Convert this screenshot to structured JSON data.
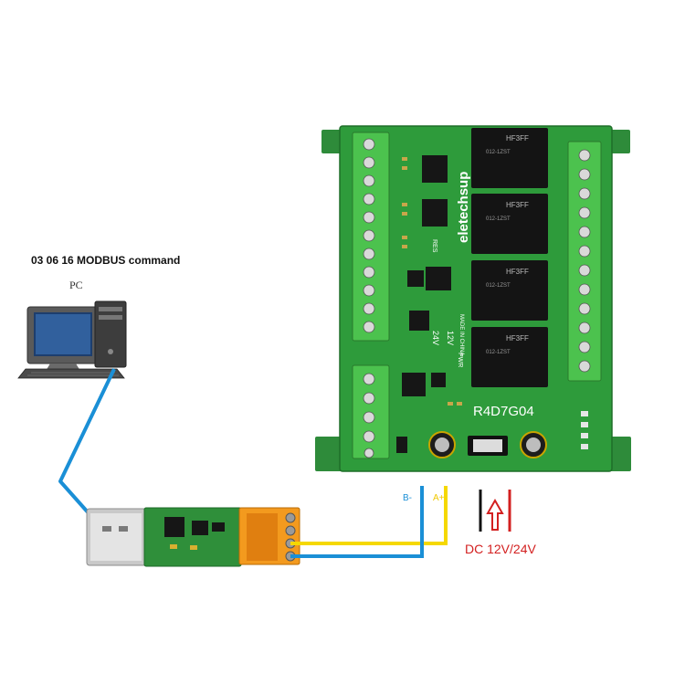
{
  "command_label": "03 06 16 MODBUS command",
  "pc_label": "PC",
  "board": {
    "model": "R4D7G04",
    "brand": "eletechsup",
    "made_in": "MADE IN CHINA",
    "relay_brand": "HF3FF",
    "relay_model": "012-1ZST",
    "voltage_12": "12V",
    "voltage_24": "24V",
    "pwr_label": "PWR",
    "res_label": "RES"
  },
  "wires": {
    "b_label": "B-",
    "a_label": "A+"
  },
  "power_label": "DC 12V/24V",
  "colors": {
    "board_green": "#2e9b3b",
    "terminal_green": "#4cc24e",
    "wire_blue": "#1a8fd6",
    "wire_yellow": "#f5d800",
    "wire_red": "#d32020",
    "wire_black": "#111111",
    "relay_black": "#141414",
    "usb_terminal_orange": "#f39a1e"
  }
}
